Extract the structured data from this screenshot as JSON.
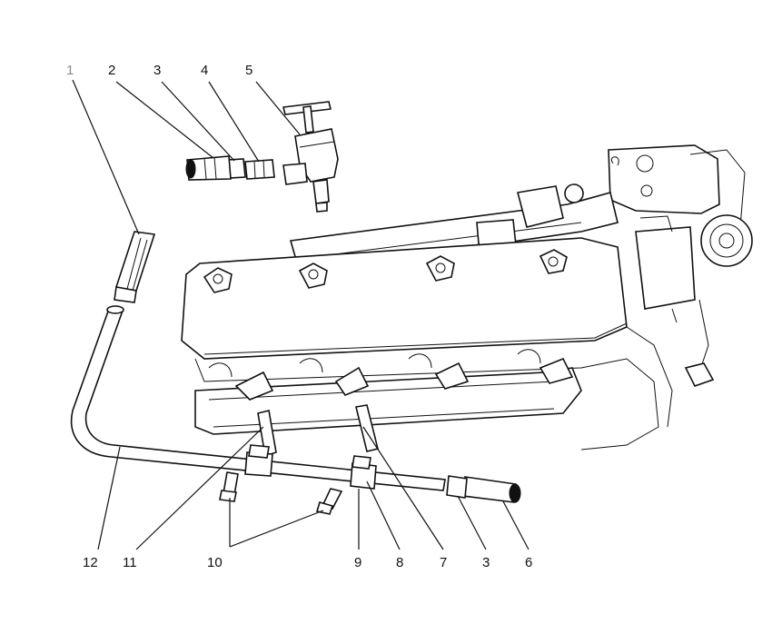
{
  "diagram": {
    "top_labels": [
      "1",
      "2",
      "3",
      "4",
      "5"
    ],
    "bottom_labels": [
      "12",
      "11",
      "10",
      "9",
      "8",
      "7",
      "3",
      "6"
    ]
  }
}
